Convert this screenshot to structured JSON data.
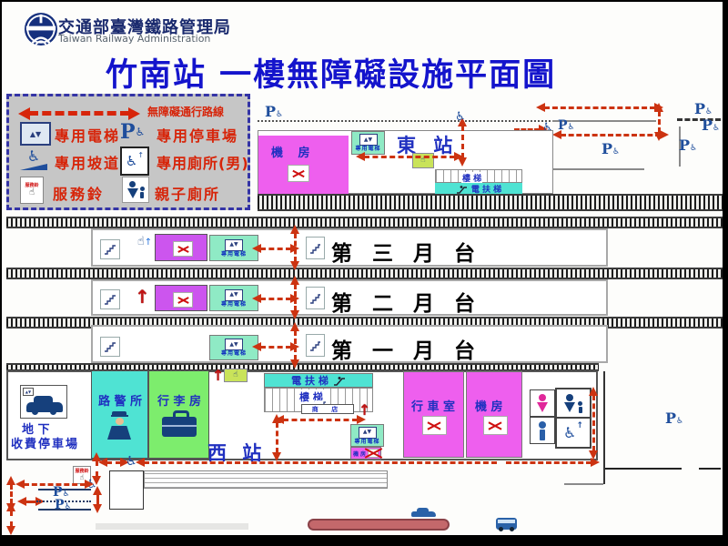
{
  "header": {
    "org_zh": "交通部臺灣鐵路管理局",
    "org_en": "Taiwan Railway Administration"
  },
  "title": "竹南站  一樓無障礙設施平面圖",
  "legend": {
    "route_label": "無障礙通行路線",
    "elevator_label": "專用電梯",
    "parking_label": "專用停車場",
    "ramp_label": "專用坡道",
    "toilet_label": "專用廁所(男)",
    "bell_label": "服務鈴",
    "family_label": "親子廁所"
  },
  "map": {
    "east_station_label": "東 站",
    "west_station_label": "西 站",
    "machine_room_label": "機  房",
    "operations_room_label": "行 車 室",
    "dedicated_elevator_label": "專用電梯",
    "stairs_label": "樓 梯",
    "escalator_label": "電 扶 梯",
    "shop_label": "商  店",
    "police_label": "路 警 所",
    "luggage_label": "行 李 房",
    "underground_parking_line1": "地    下",
    "underground_parking_line2": "收費停車場",
    "platforms": [
      {
        "label": "第 三 月 台"
      },
      {
        "label": "第 二 月 台"
      },
      {
        "label": "第 一 月 台"
      }
    ],
    "parking_letter": "P",
    "bell_tiny_label": "服務鈴"
  },
  "colors": {
    "title_blue": "#1414cc",
    "label_blue": "#2030c0",
    "legend_red": "#d7250a",
    "route_red": "#cc3311",
    "magenta": "#ee5fee",
    "mint_green": "#8feac5",
    "cyan": "#4fe3d3",
    "green": "#7ded6d",
    "yellow_green": "#c9e35a",
    "navy": "#16307e",
    "legend_gray": "#c6c6c6"
  }
}
